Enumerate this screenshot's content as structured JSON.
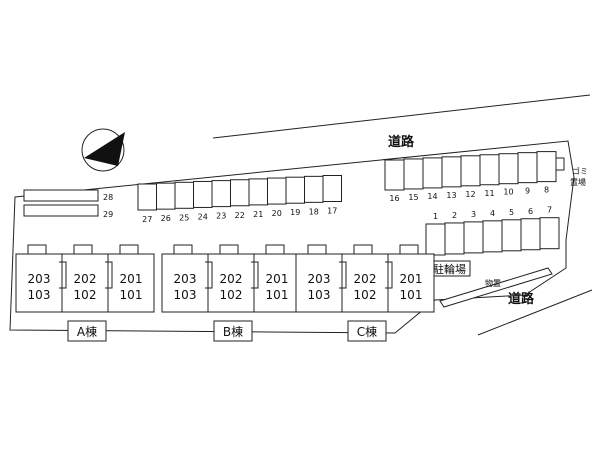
{
  "roads": {
    "top": "道路",
    "bottom_right": "道路"
  },
  "garbage": {
    "label_line1": "ゴミ",
    "label_line2": "置場"
  },
  "bike": {
    "label": "駐輪場"
  },
  "storage": {
    "label": "物置"
  },
  "parking": {
    "left_pair": [
      "28",
      "29"
    ],
    "top_row": [
      "27",
      "26",
      "25",
      "24",
      "23",
      "22",
      "21",
      "20",
      "19",
      "18",
      "17"
    ],
    "right_top": [
      "16",
      "15",
      "14",
      "13",
      "12",
      "11",
      "10",
      "9",
      "8"
    ],
    "right_lower": [
      "1",
      "2",
      "3",
      "4",
      "5",
      "6",
      "7"
    ]
  },
  "buildings": [
    {
      "name": "A棟",
      "units": [
        [
          "203",
          "103"
        ],
        [
          "202",
          "102"
        ],
        [
          "201",
          "101"
        ]
      ]
    },
    {
      "name": "B棟",
      "units": [
        [
          "203",
          "103"
        ],
        [
          "202",
          "102"
        ],
        [
          "201",
          "101"
        ]
      ]
    },
    {
      "name": "C棟",
      "units": [
        [
          "203",
          "103"
        ],
        [
          "202",
          "102"
        ],
        [
          "201",
          "101"
        ]
      ]
    }
  ]
}
